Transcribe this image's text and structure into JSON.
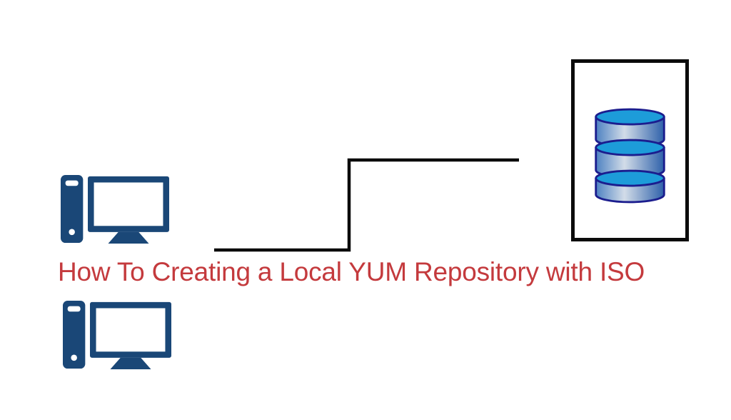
{
  "canvas": {
    "background": "#ffffff"
  },
  "title": {
    "text": "How To Creating a Local YUM Repository with ISO",
    "color": "#C43A3D"
  },
  "icons": {
    "client_top": "desktop-computer-icon",
    "client_bottom": "desktop-computer-icon",
    "server": "database-icon",
    "connector": "step-connector-line",
    "server_frame": "repository-server-box"
  },
  "colors": {
    "computer": "#1A4777",
    "connector": "#0B0B0B",
    "box_border": "#0B0B0B",
    "db_outline": "#1B1D8E",
    "db_top": "#1D9CD9",
    "db_body_left": "#4E82C2",
    "db_body_mid": "#D2DCE8",
    "db_body_right": "#2E61AA"
  }
}
